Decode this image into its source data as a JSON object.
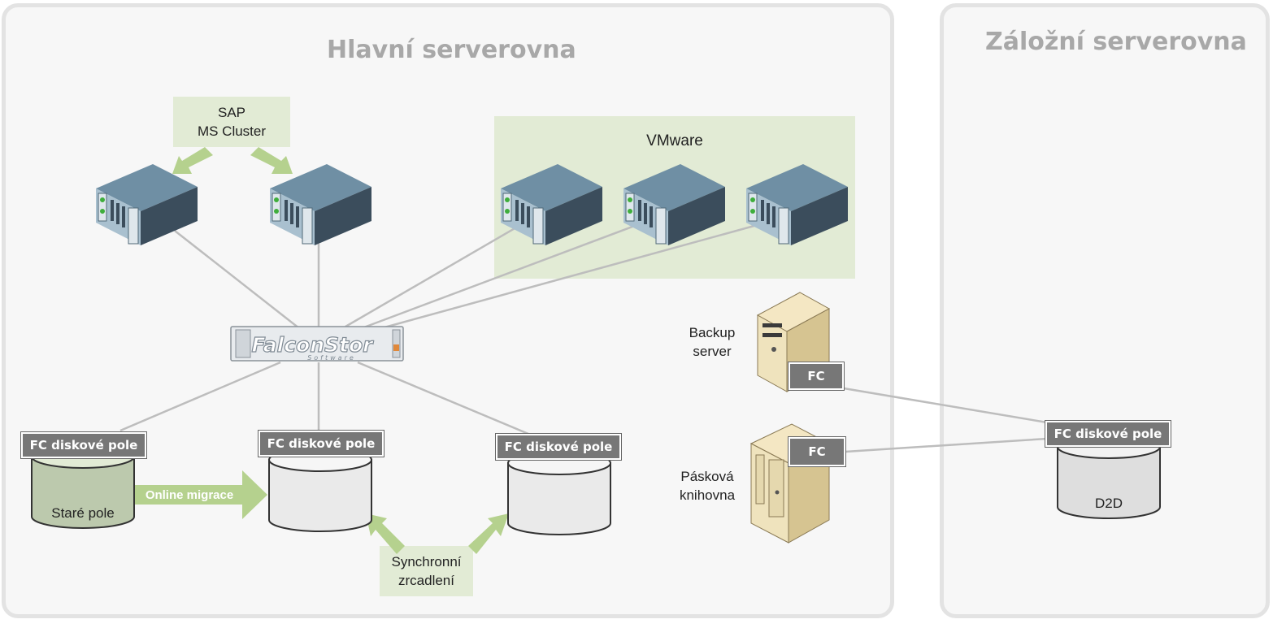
{
  "rooms": {
    "main_title": "Hlavní serverovna",
    "backup_title": "Záložní serverovna"
  },
  "clusters": {
    "sap": [
      "SAP",
      "MS Cluster"
    ],
    "vmware": "VMware"
  },
  "appliance": {
    "brand": "FalconStor",
    "sub": "Software"
  },
  "storage": {
    "fc_label": "FC diskové pole",
    "old_array": "Staré pole",
    "d2d": "D2D"
  },
  "arrows": {
    "migration": "Online migrace",
    "sync": [
      "Synchronní",
      "zrcadlení"
    ]
  },
  "backup": {
    "server_label": [
      "Backup",
      "server"
    ],
    "tape_label": [
      "Pásková",
      "knihovna"
    ],
    "fc": "FC"
  },
  "colors": {
    "green_bg": "#e2ebd5",
    "green_arrow": "#b5d18e",
    "fc_box": "#777777",
    "room_title": "#a8a8a8",
    "link": "#bdbdbd"
  }
}
